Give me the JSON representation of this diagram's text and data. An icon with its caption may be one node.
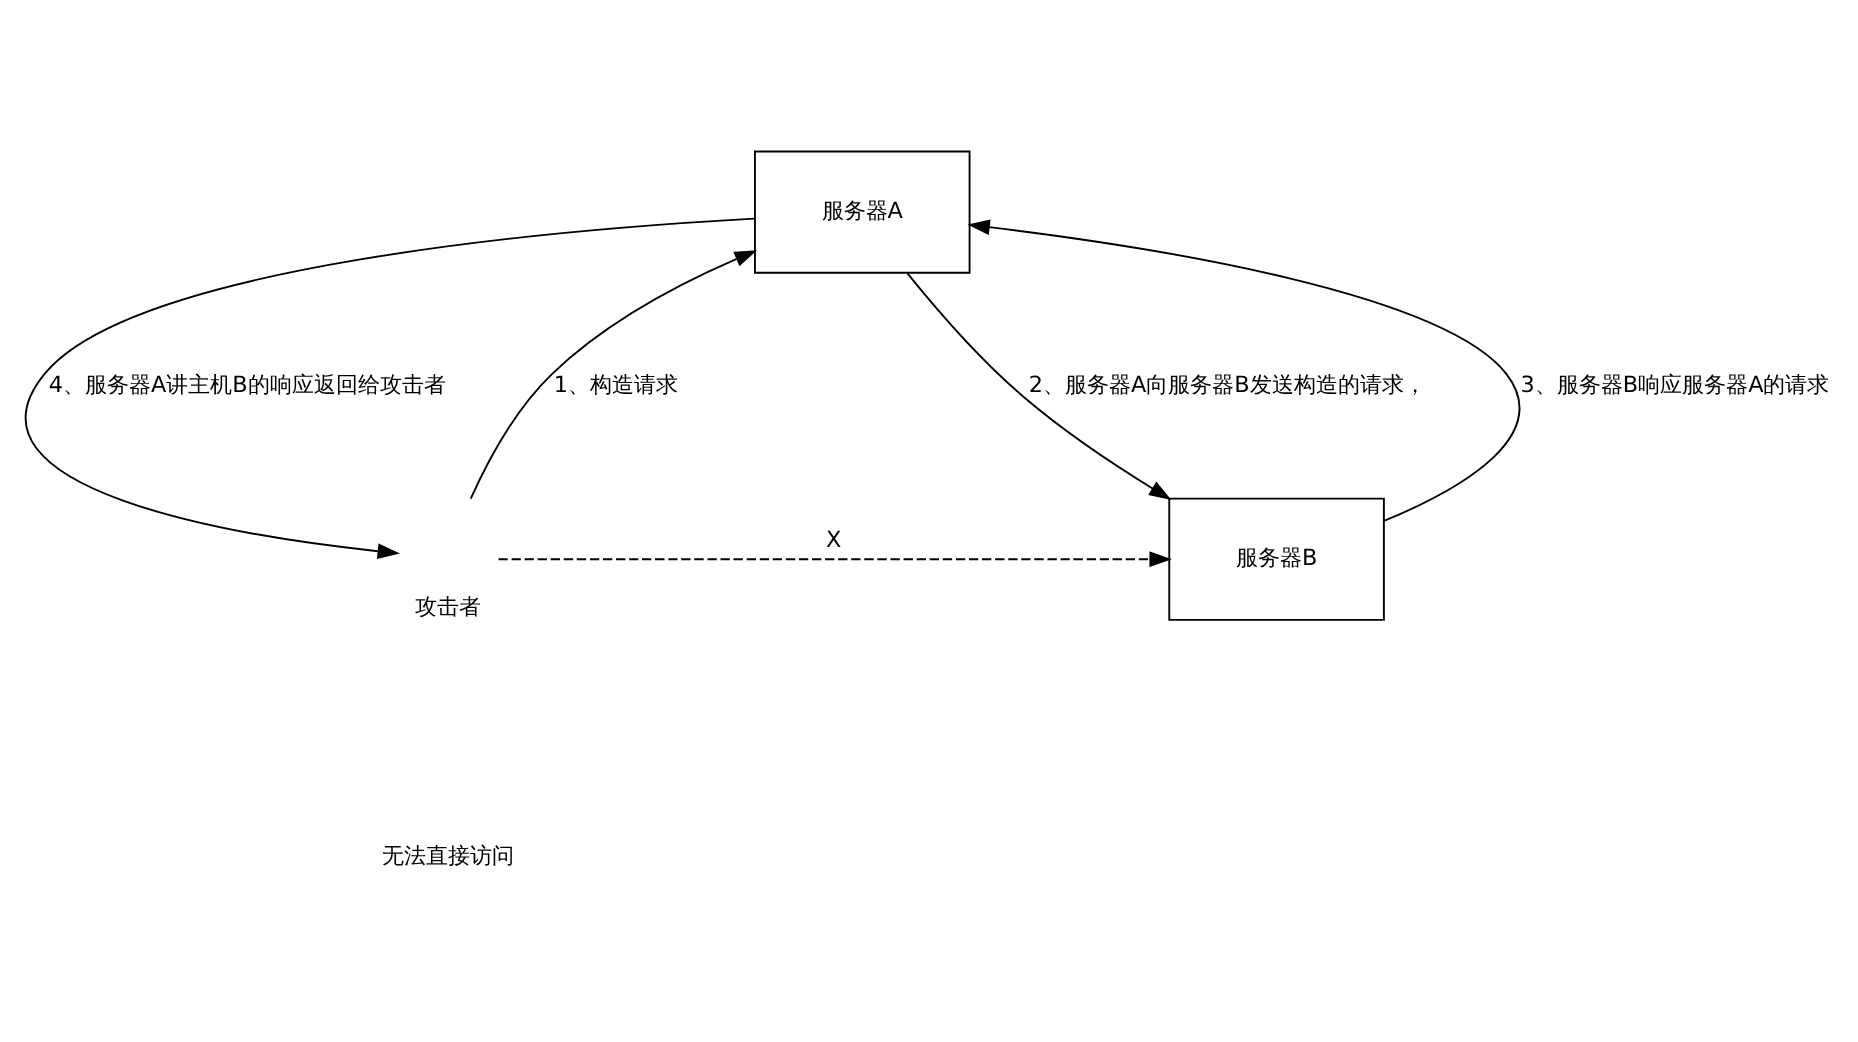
{
  "diagram": {
    "nodes": [
      {
        "text": [
          "服务器A"
        ]
      },
      {
        "text": [
          "服务器B"
        ]
      },
      {
        "text": [
          "攻击者"
        ]
      }
    ],
    "edges": [
      {
        "from": 2,
        "to": 0,
        "arrow": "to",
        "label": "1、构造请求"
      },
      {
        "from": 0,
        "to": 1,
        "arrow": "to",
        "label": "2、服务器A向服务器B发送构造的请求，"
      },
      {
        "from": 1,
        "to": 0,
        "arrow": "to",
        "label": "3、服务器B响应服务器A的请求"
      },
      {
        "from": 0,
        "to": 2,
        "arrow": "to",
        "label": "4、服务器A讲主机B的响应返回给攻击者"
      },
      {
        "from": 2,
        "to": 1,
        "arrow": "to",
        "label": "X",
        "style": "dashed"
      }
    ],
    "labels": [
      "无法直接访问"
    ]
  }
}
